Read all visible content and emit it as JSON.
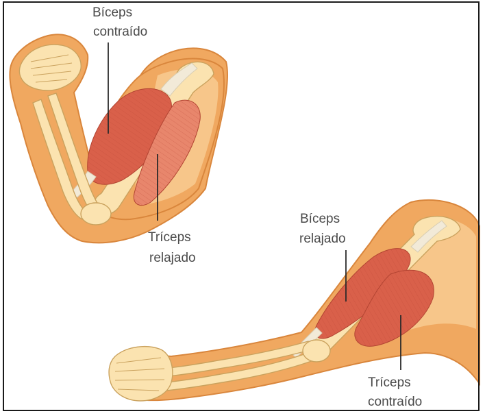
{
  "labels": {
    "biceps_contracted": [
      "Bíceps",
      "contraído"
    ],
    "triceps_relaxed": [
      "Tríceps",
      "relajado"
    ],
    "biceps_relaxed": [
      "Bíceps",
      "relajado"
    ],
    "triceps_contracted": [
      "Tríceps",
      "contraído"
    ]
  },
  "colors": {
    "skin": "#f0a860",
    "skin_outline": "#d9863c",
    "skin_light": "#f7c68a",
    "bone": "#fbe3b0",
    "bone_outline": "#caa25e",
    "muscle": "#d9604a",
    "muscle_light": "#e8866c",
    "tendon": "#f2ead8",
    "leader": "#2a2a2a"
  }
}
